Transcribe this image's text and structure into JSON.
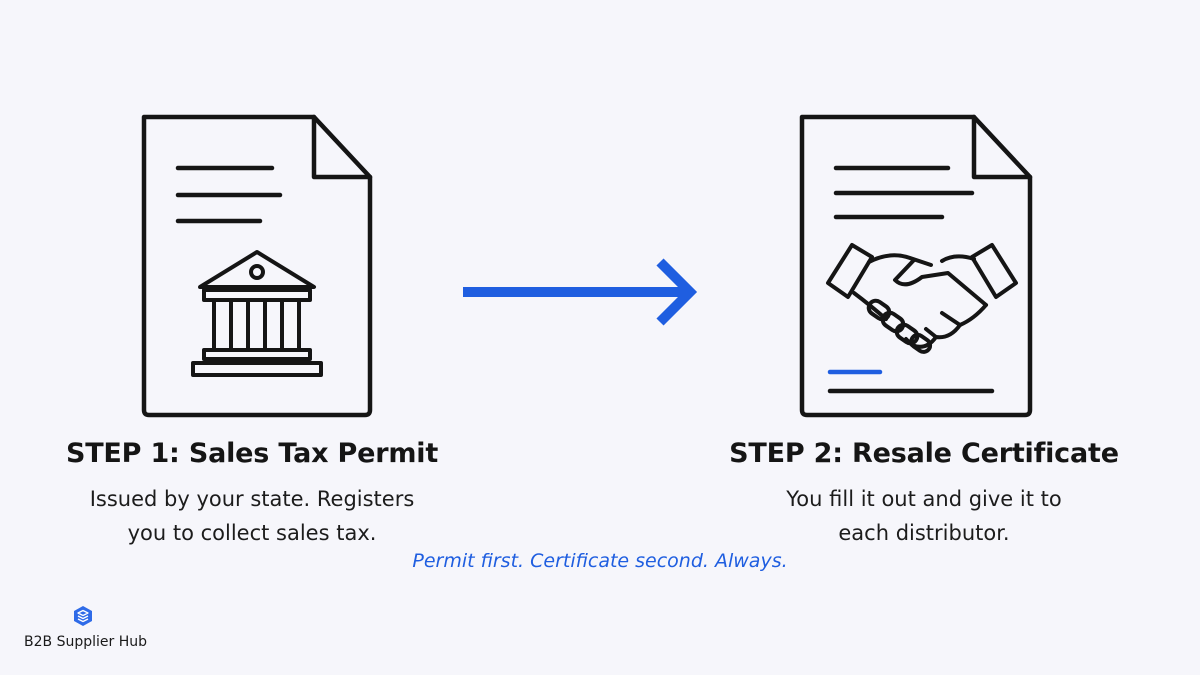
{
  "steps": [
    {
      "title": "STEP 1: Sales Tax Permit",
      "description_line1": "Issued by your state. Registers",
      "description_line2": "you to collect sales tax.",
      "icon": "bank-icon"
    },
    {
      "title": "STEP 2: Resale Certificate",
      "description_line1": "You fill it out and give it to",
      "description_line2": "each distributor.",
      "icon": "handshake-icon"
    }
  ],
  "tagline": "Permit first. Certificate second. Always.",
  "brand": {
    "name": "B2B Supplier Hub",
    "logo_icon": "stacked-layers-icon"
  },
  "colors": {
    "accent": "#1f5ee0",
    "ink": "#151515",
    "background": "#f6f6fb"
  }
}
